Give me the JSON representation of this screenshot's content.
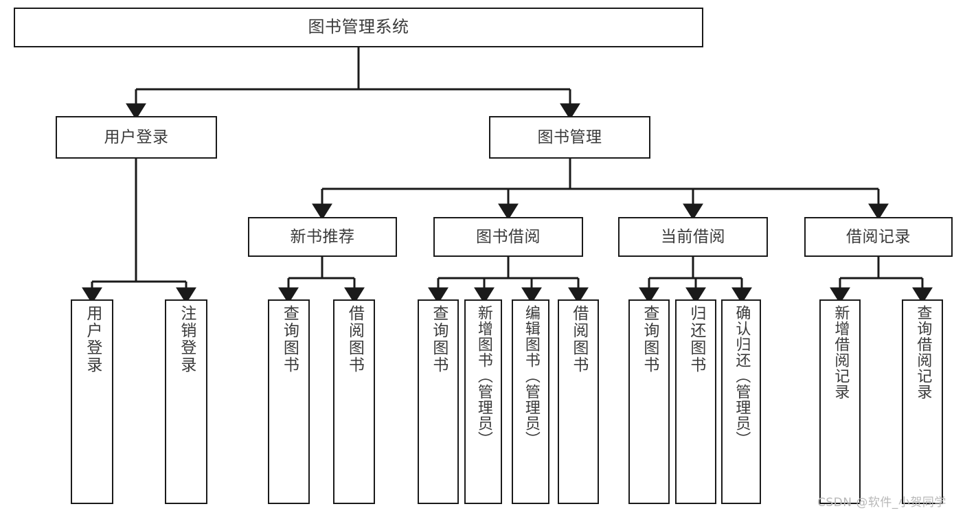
{
  "diagram": {
    "title": "图书管理系统",
    "type": "tree-hierarchy-diagram",
    "colors": {
      "box_border": "#1a1a1a",
      "box_fill": "#ffffff",
      "text": "#3a3a3a",
      "edge": "#1a1a1a",
      "watermark": "#b8b8b8"
    },
    "nodes": {
      "root": {
        "label": "图书管理系统"
      },
      "level2": [
        {
          "id": "user-login",
          "label": "用户登录"
        },
        {
          "id": "book-management",
          "label": "图书管理"
        }
      ],
      "level3": [
        {
          "id": "new-book-recommend",
          "label": "新书推荐"
        },
        {
          "id": "book-borrow",
          "label": "图书借阅"
        },
        {
          "id": "current-borrow",
          "label": "当前借阅"
        },
        {
          "id": "borrow-record",
          "label": "借阅记录"
        }
      ],
      "leaves": {
        "user-login": [
          {
            "id": "leaf-user-login",
            "label": "用户登录"
          },
          {
            "id": "leaf-logout-login",
            "label": "注销登录"
          }
        ],
        "new-book-recommend": [
          {
            "id": "leaf-query-book-1",
            "label": "查询图书"
          },
          {
            "id": "leaf-borrow-book-1",
            "label": "借阅图书"
          }
        ],
        "book-borrow": [
          {
            "id": "leaf-query-book-2",
            "label": "查询图书"
          },
          {
            "id": "leaf-add-book",
            "label": "新增图书（管理员）"
          },
          {
            "id": "leaf-edit-book",
            "label": "编辑图书（管理员）"
          },
          {
            "id": "leaf-borrow-book-2",
            "label": "借阅图书"
          }
        ],
        "current-borrow": [
          {
            "id": "leaf-query-book-3",
            "label": "查询图书"
          },
          {
            "id": "leaf-return-book",
            "label": "归还图书"
          },
          {
            "id": "leaf-confirm-return",
            "label": "确认归还（管理员）"
          }
        ],
        "borrow-record": [
          {
            "id": "leaf-add-record",
            "label": "新增借阅记录"
          },
          {
            "id": "leaf-query-record",
            "label": "查询借阅记录"
          }
        ]
      }
    },
    "watermark": "CSDN @软件_小贺同学"
  }
}
